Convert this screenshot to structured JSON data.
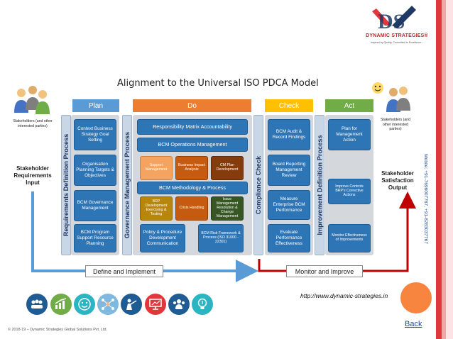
{
  "logo": {
    "mark": "DS",
    "brand": "DYNAMIC STRATEGIES®",
    "tagline": "Inspired by Quality, Committed to Excellence..."
  },
  "diagram": {
    "title": "Alignment to the Universal ISO PDCA Model",
    "phases": {
      "plan": "Plan",
      "do": "Do",
      "check": "Check",
      "act": "Act"
    },
    "left": {
      "stakeholders": "Stakeholders (and other interested parties)",
      "requirements": "Stakeholder Requirements Input"
    },
    "right": {
      "stakeholders": "Stakeholders (and other interested parties)",
      "satisfaction": "Stakeholder Satisfaction Output"
    },
    "vertical": {
      "requirements": "Requirements Definition Process",
      "governance": "Governance Management Process",
      "compliance": "Compliance Check",
      "improvement": "Improvement Definition Process"
    },
    "plan_boxes": [
      "Context Business Strategy Goal Setting",
      "Organisation Planning Targets & Objectives",
      "BCM Governance Management",
      "BCM Program Support Resource Planning"
    ],
    "do_boxes": {
      "responsibility": "Responsibility Matrix Accountability",
      "operations": "BCM Operations Management",
      "support": "Support Management",
      "bia": "Business Impact Analysis",
      "cm_plan": "CM Plan Development",
      "methodology": "BCM Methodology & Process",
      "brp": "BRP Development Exercising & Testing",
      "crisis": "Crisis Handling",
      "issue": "Issue Management Resolution & Change Management",
      "policy": "Policy & Procedure Development Communication",
      "risk": "BCM Risk Framework & Process (ISO 31000 - 22301)"
    },
    "check_boxes": [
      "BCM Audit & Record Findings",
      "Board Reporting Management Review",
      "Measure Enterprise BCM Performance",
      "Evaluate Performance Effectiveness"
    ],
    "act_boxes": [
      "Plan for Management Action",
      "Improve Controls BRP's Corrective Actions",
      "Monitor Effectiveness of Improvements"
    ],
    "flows": {
      "define": "Define and Implement",
      "monitor": "Monitor and Improve"
    },
    "colors": {
      "plan": "#5b9bd5",
      "do": "#ed7d31",
      "check": "#ffc000",
      "act": "#70ad47",
      "box": "#2e75b6"
    }
  },
  "contact": {
    "mobile": "Mobile: +91-7696007767, +91-8283037767"
  },
  "url": "http://www.dynamic-strategies.in",
  "nav": {
    "back": "Back"
  },
  "footer": {
    "copyright": "© 2018-19 – Dynamic Strategies Global Solutions Pvt. Ltd."
  },
  "icons": [
    "team-icon",
    "growth-icon",
    "smiley-icon",
    "network-icon",
    "presenter-icon",
    "presentation-icon",
    "group-icon",
    "idea-icon"
  ]
}
